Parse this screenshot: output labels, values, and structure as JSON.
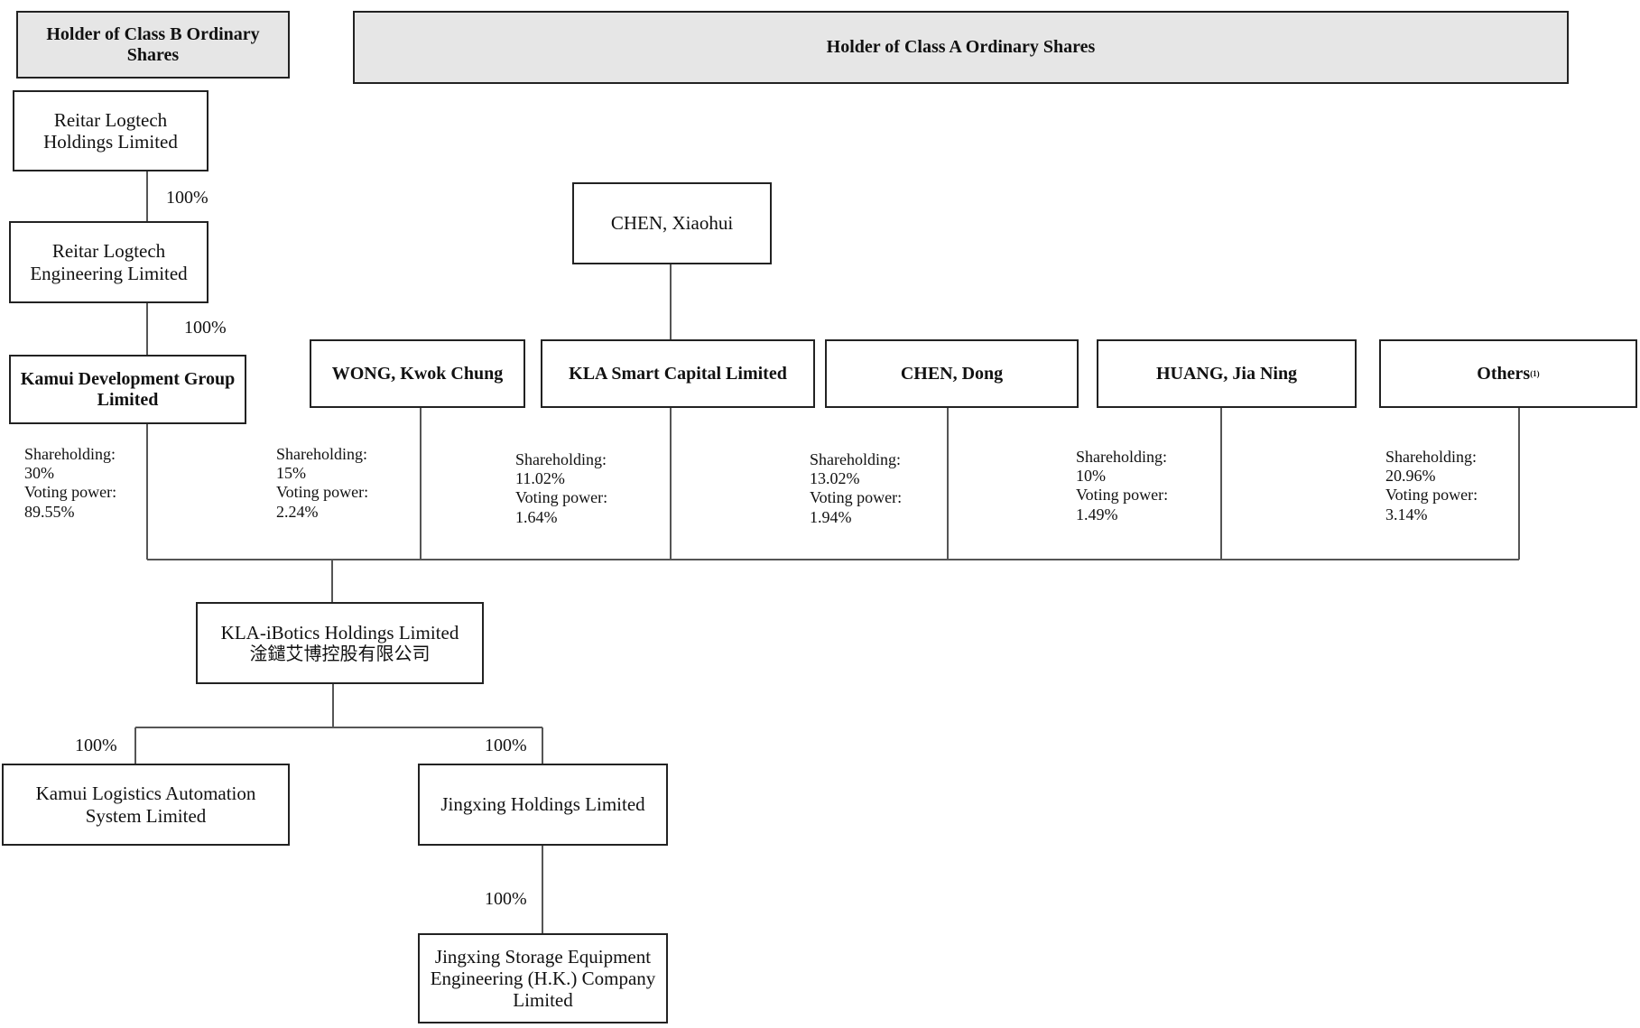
{
  "headers": {
    "class_b": "Holder of Class B Ordinary Shares",
    "class_a": "Holder of Class A Ordinary Shares"
  },
  "entities": {
    "reitar_holdings": "Reitar Logtech Holdings Limited",
    "reitar_engineering": "Reitar Logtech Engineering Limited",
    "kamui_development": "Kamui Development Group Limited",
    "chen_xiaohui": "CHEN, Xiaohui",
    "wong": "WONG, Kwok Chung",
    "kla_smart": "KLA Smart Capital Limited",
    "chen_dong": "CHEN, Dong",
    "huang": "HUANG, Jia Ning",
    "others": "Others",
    "others_note": "(1)",
    "kla_ibotics_en": "KLA-iBotics Holdings Limited",
    "kla_ibotics_cn": "淦鑓艾博控股有限公司",
    "kamui_logistics": "Kamui Logistics Automation System Limited",
    "jingxing_holdings": "Jingxing Holdings Limited",
    "jingxing_storage": "Jingxing Storage Equipment Engineering (H.K.) Company Limited"
  },
  "percentages": {
    "reitar_to_engineering": "100%",
    "engineering_to_kamui": "100%",
    "kla_to_kamui_logistics": "100%",
    "kla_to_jingxing": "100%",
    "jingxing_to_storage": "100%"
  },
  "labels": {
    "shareholding": "Shareholding:",
    "voting_power": "Voting power:"
  },
  "holdings": {
    "kamui_development": {
      "shareholding": "30%",
      "voting": "89.55%"
    },
    "wong": {
      "shareholding": "15%",
      "voting": "2.24%"
    },
    "kla_smart": {
      "shareholding": "11.02%",
      "voting": "1.64%"
    },
    "chen_dong": {
      "shareholding": "13.02%",
      "voting": "1.94%"
    },
    "huang": {
      "shareholding": "10%",
      "voting": "1.49%"
    },
    "others": {
      "shareholding": "20.96%",
      "voting": "3.14%"
    }
  }
}
